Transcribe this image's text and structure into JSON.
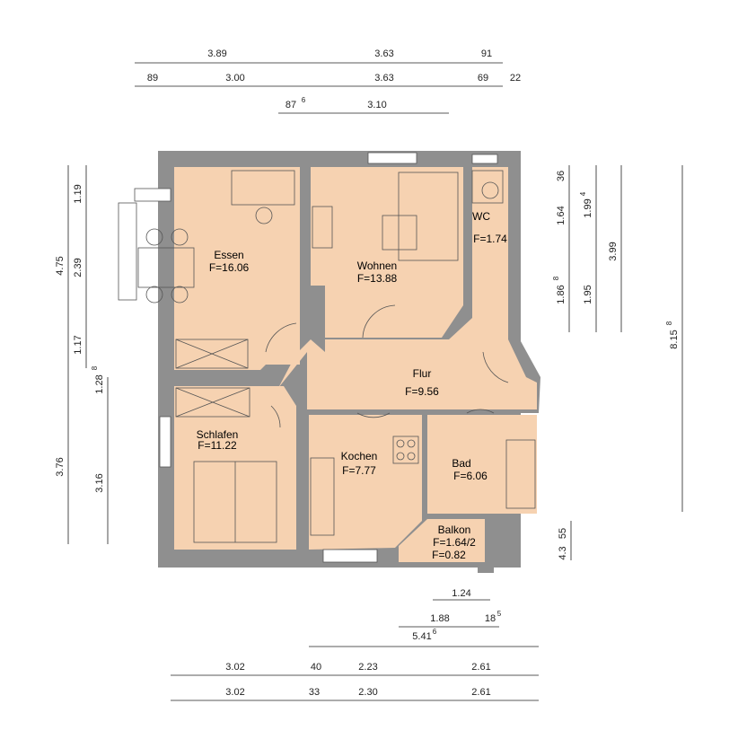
{
  "rooms": {
    "essen": {
      "name": "Essen",
      "area": "F=16.06"
    },
    "wohnen": {
      "name": "Wohnen",
      "area": "F=13.88"
    },
    "wc": {
      "name": "WC",
      "area": "F=1.74"
    },
    "flur": {
      "name": "Flur",
      "area": "F=9.56"
    },
    "schlafen": {
      "name": "Schlafen",
      "area": "F=11.22"
    },
    "kochen": {
      "name": "Kochen",
      "area": "F=7.77"
    },
    "bad": {
      "name": "Bad",
      "area": "F=6.06"
    },
    "balkon": {
      "name": "Balkon",
      "area": "F=1.64/2",
      "area2": "F=0.82"
    }
  },
  "dimensions": {
    "top": {
      "row1": [
        "3.89",
        "3.63",
        "91"
      ],
      "row2": [
        "89",
        "3.00",
        "3.63",
        "69",
        "22"
      ],
      "row3": [
        "87",
        "6",
        "3.10"
      ]
    },
    "left": {
      "outer": [
        "4.75",
        "3.76"
      ],
      "inner": [
        "1.19",
        "2.39",
        "1.17",
        "1.28",
        "8",
        "3.16"
      ]
    },
    "right": {
      "a": [
        "36",
        "1.64",
        "1.86",
        "8"
      ],
      "b": [
        "1.99",
        "4",
        "1.95"
      ],
      "c": [
        "3.99"
      ],
      "total": [
        "8.15",
        "8"
      ],
      "balkon": [
        "55",
        "4.3"
      ]
    },
    "bottom": {
      "r1": [
        "1.24"
      ],
      "r2": [
        "1.88",
        "18",
        "5"
      ],
      "r3": [
        "5.41",
        "6"
      ],
      "r4": [
        "3.02",
        "40",
        "2.23",
        "2.61"
      ],
      "r5": [
        "3.02",
        "33",
        "2.30",
        "2.61"
      ]
    }
  },
  "colors": {
    "wall": "#8f8f8f",
    "floor": "#f6d2b1",
    "line": "#222222"
  }
}
